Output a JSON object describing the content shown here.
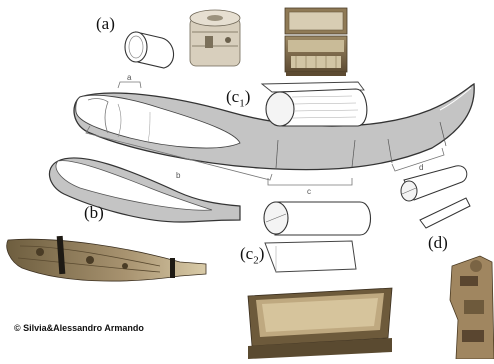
{
  "labels": {
    "a": "(a)",
    "b": "(b)",
    "c1_main": "(c",
    "c1_sub": "1",
    "c2_main": "(c",
    "c2_sub": "2",
    "d": "(d)"
  },
  "dimension_labels": {
    "a": "a",
    "b": "b",
    "c": "c",
    "d": "d"
  },
  "credit": "© Silvia&Alessandro  Armando"
}
